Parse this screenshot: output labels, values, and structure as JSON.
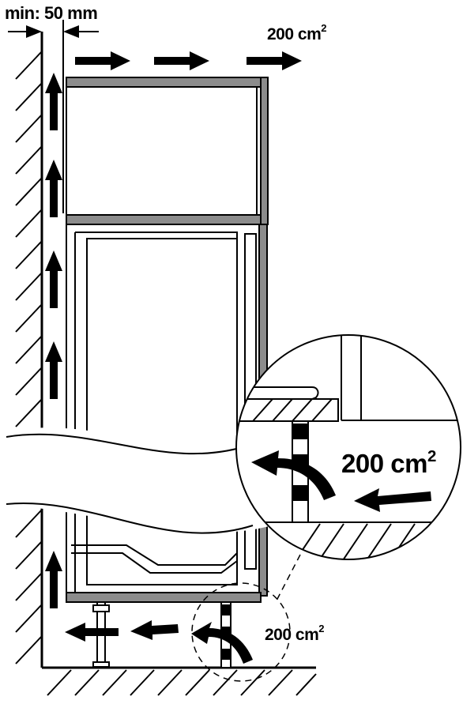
{
  "labels": {
    "min_gap": "min: 50 mm",
    "area_unit": "cm",
    "area_exp": "2",
    "top_outlet_value": "200",
    "zoom_inlet_value": "200",
    "bottom_inlet_value": "200"
  },
  "colors": {
    "line": "#000000",
    "panel_gray": "#8c8c8c",
    "background": "#ffffff"
  }
}
